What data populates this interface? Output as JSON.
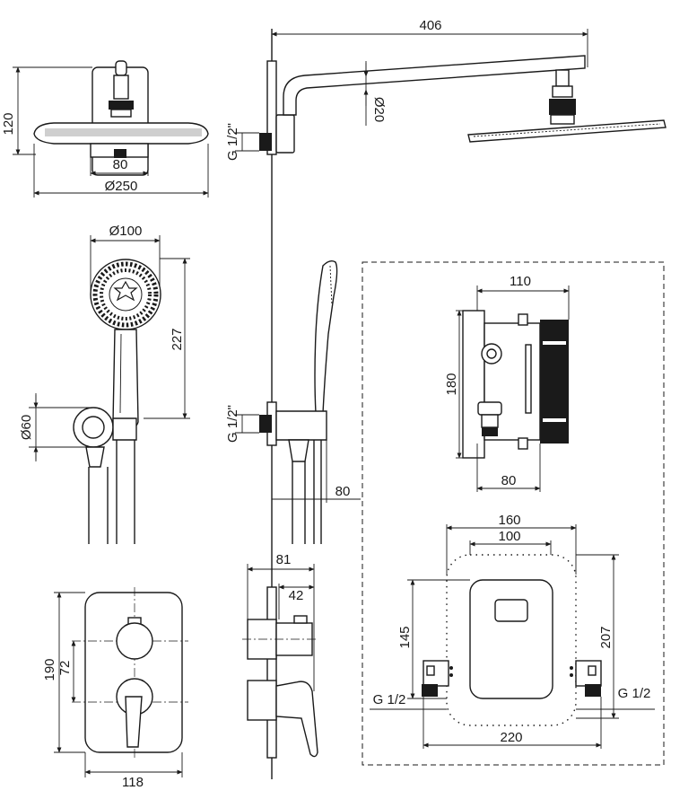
{
  "head_shower": {
    "height": "120",
    "width_80": "80",
    "diameter": "Ø250"
  },
  "arm": {
    "length": "406",
    "diameter": "Ø20",
    "thread": "G 1/2\""
  },
  "hand_shower": {
    "diameter": "Ø100",
    "length": "227",
    "holder": "Ø60",
    "thread": "G 1/2\"",
    "offset": "80"
  },
  "body_box": {
    "depth": "110",
    "height": "180",
    "bottom": "80"
  },
  "mounting_frame": {
    "w160": "160",
    "w100": "100",
    "h145": "145",
    "h207": "207",
    "w220": "220",
    "thread_left": "G 1/2",
    "thread_right": "G 1/2"
  },
  "mixer_front": {
    "height": "190",
    "spacing": "72",
    "width": "118"
  },
  "mixer_side": {
    "depth": "81",
    "inner": "42"
  }
}
